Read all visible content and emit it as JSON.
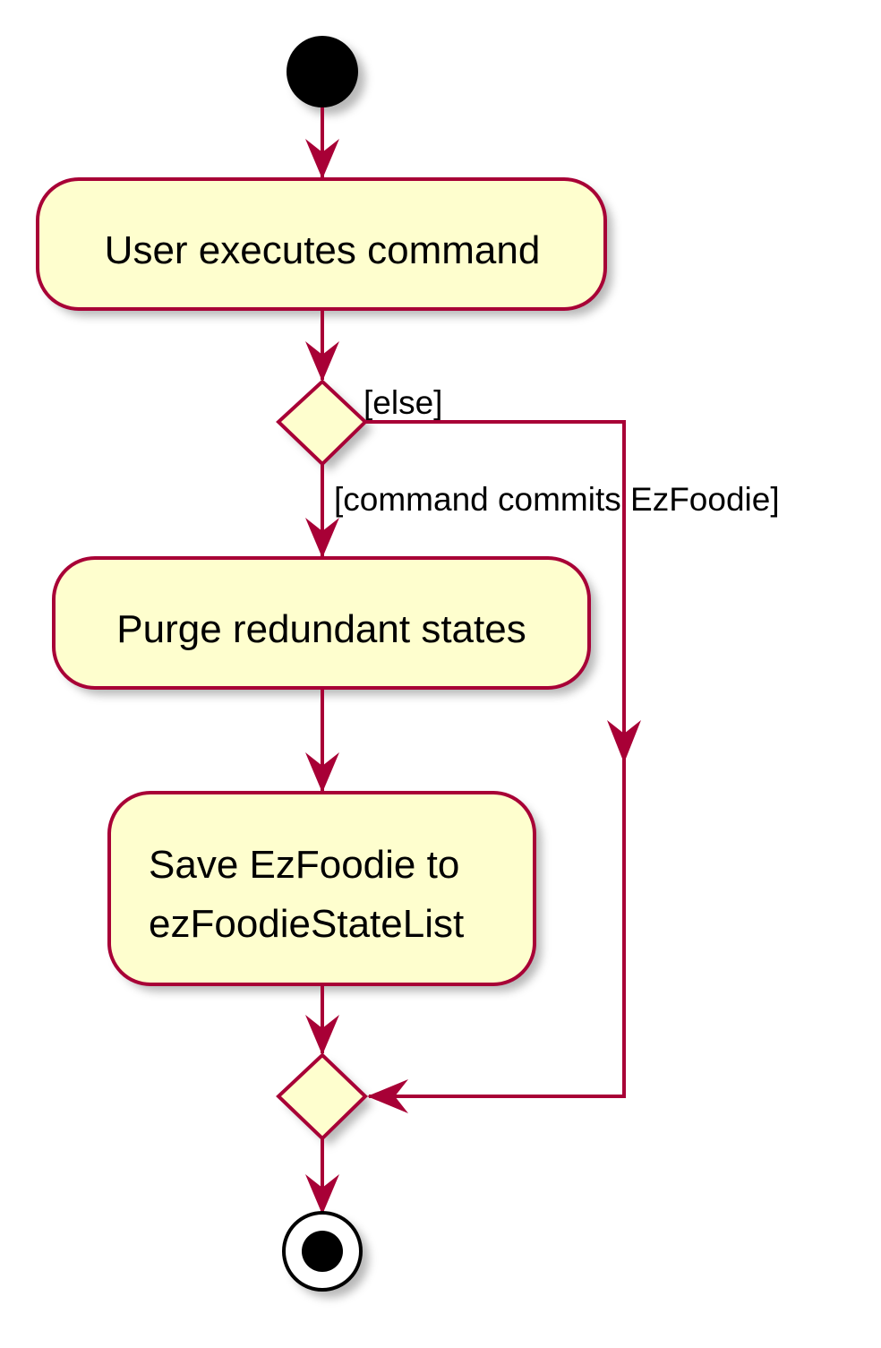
{
  "diagram": {
    "type": "uml-activity",
    "colors": {
      "node_fill": "#fefece",
      "border": "#a80036",
      "start_end": "#000000",
      "background": "#ffffff"
    },
    "actions": {
      "execute": "User executes command",
      "purge": "Purge redundant states",
      "save_line1": "Save EzFoodie to",
      "save_line2": "ezFoodieStateList"
    },
    "guards": {
      "else": "[else]",
      "commits": "[command commits EzFoodie]"
    }
  }
}
